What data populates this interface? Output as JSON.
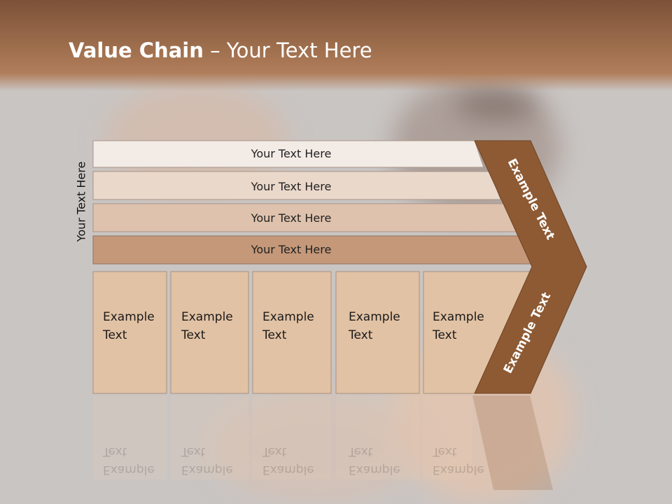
{
  "title": {
    "bold": "Value Chain",
    "rest": " – Your Text Here"
  },
  "side_label": "Your Text Here",
  "bars": [
    "Your Text Here",
    "Your Text Here",
    "Your Text Here",
    "Your Text Here"
  ],
  "columns": [
    [
      "Example",
      "Text"
    ],
    [
      "Example",
      "Text"
    ],
    [
      "Example",
      "Text"
    ],
    [
      "Example",
      "Text"
    ],
    [
      "Example",
      "Text"
    ]
  ],
  "arrow": {
    "upper": "Example Text",
    "lower": "Example Text"
  },
  "colors": {
    "header": "#8a5a3e",
    "arrow": "#8e5a33",
    "column": "#e2c2a4",
    "bar4": "#c49879"
  }
}
